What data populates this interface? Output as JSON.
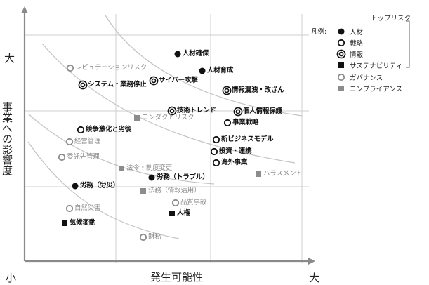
{
  "axes": {
    "y_label": "事業への影響度",
    "x_label": "発生可能性",
    "y_high": "大",
    "x_low": "小",
    "x_high": "大"
  },
  "legend": {
    "title": "凡例:",
    "top_risk": "トップリスク",
    "items": [
      {
        "marker": "filled-circle",
        "label": "人材",
        "color": "#111111"
      },
      {
        "marker": "open-circle",
        "label": "戦略",
        "color": "#111111"
      },
      {
        "marker": "double-circle",
        "label": "情報",
        "color": "#111111"
      },
      {
        "marker": "filled-square",
        "label": "サステナビリティ",
        "color": "#111111"
      },
      {
        "marker": "open-circle",
        "label": "ガバナンス",
        "color": "#8c8c8c"
      },
      {
        "marker": "filled-square",
        "label": "コンプライアンス",
        "color": "#8c8c8c"
      }
    ]
  },
  "risks": [
    {
      "label": "人材確保",
      "category": "人材",
      "top_risk": true
    },
    {
      "label": "人材育成",
      "category": "人材",
      "top_risk": true
    },
    {
      "label": "レピュテーションリスク",
      "category": "ガバナンス",
      "top_risk": false
    },
    {
      "label": "システム・業務停止",
      "category": "情報",
      "top_risk": true
    },
    {
      "label": "サイバー攻撃",
      "category": "情報",
      "top_risk": true
    },
    {
      "label": "情報漏洩・改ざん",
      "category": "情報",
      "top_risk": true
    },
    {
      "label": "技術トレンド",
      "category": "情報",
      "top_risk": false
    },
    {
      "label": "個人情報保護",
      "category": "情報",
      "top_risk": true
    },
    {
      "label": "コンダクトリスク",
      "category": "コンプライアンス",
      "top_risk": false
    },
    {
      "label": "事業戦略",
      "category": "戦略",
      "top_risk": true
    },
    {
      "label": "競争激化と劣後",
      "category": "戦略",
      "top_risk": false
    },
    {
      "label": "経営管理",
      "category": "ガバナンス",
      "top_risk": false
    },
    {
      "label": "新ビジネスモデル",
      "category": "戦略",
      "top_risk": true
    },
    {
      "label": "委託先管理",
      "category": "ガバナンス",
      "top_risk": false
    },
    {
      "label": "投資・連携",
      "category": "戦略",
      "top_risk": true
    },
    {
      "label": "海外事業",
      "category": "戦略",
      "top_risk": true
    },
    {
      "label": "法令・制度変更",
      "category": "コンプライアンス",
      "top_risk": false
    },
    {
      "label": "ハラスメント",
      "category": "コンプライアンス",
      "top_risk": false
    },
    {
      "label": "労務（トラブル）",
      "category": "人材",
      "top_risk": false
    },
    {
      "label": "労務（労災）",
      "category": "人材",
      "top_risk": false
    },
    {
      "label": "法務（情報活用）",
      "category": "コンプライアンス",
      "top_risk": false
    },
    {
      "label": "品質事故",
      "category": "ガバナンス",
      "top_risk": false
    },
    {
      "label": "自然災害",
      "category": "ガバナンス",
      "top_risk": false
    },
    {
      "label": "人権",
      "category": "サステナビリティ",
      "top_risk": false
    },
    {
      "label": "気候変動",
      "category": "サステナビリティ",
      "top_risk": false
    },
    {
      "label": "財務",
      "category": "ガバナンス",
      "top_risk": false
    }
  ]
}
